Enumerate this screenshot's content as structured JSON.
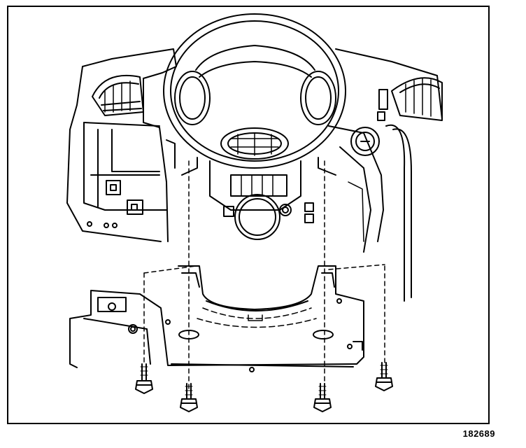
{
  "figure": {
    "number": "182689"
  },
  "colors": {
    "line": "#000000",
    "background": "#ffffff"
  },
  "parts": {
    "steering_wheel": "steering-wheel",
    "left_vent": "left-air-vent",
    "right_vent": "right-air-vent",
    "ignition": "ignition-switch",
    "knee_bolster": "knee-bolster-bracket",
    "bolts": "mounting-bolt"
  }
}
